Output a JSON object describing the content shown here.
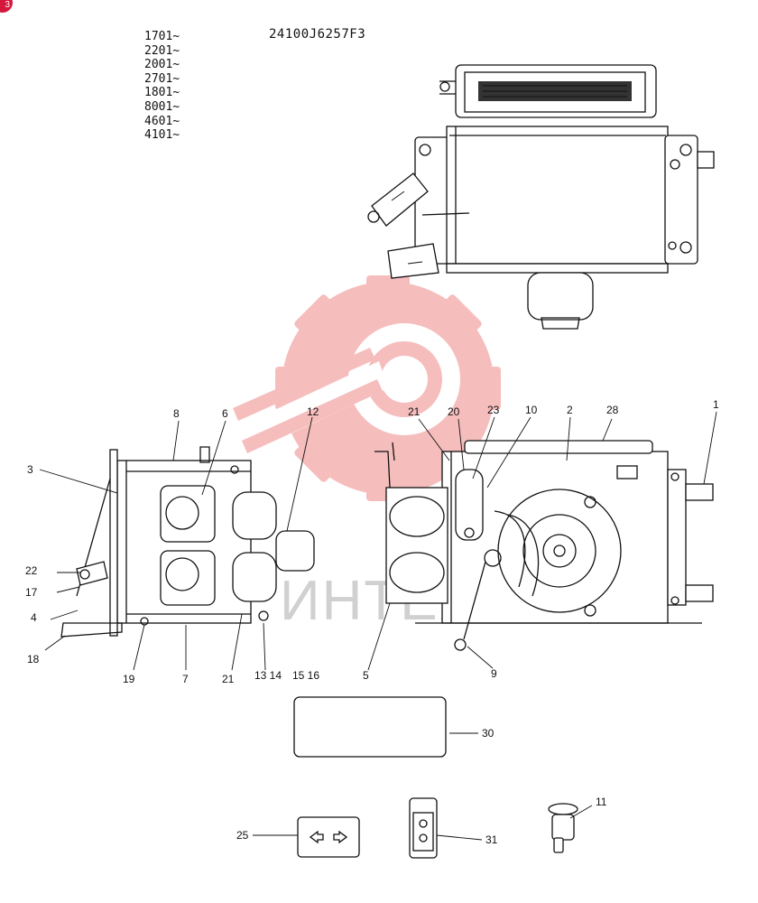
{
  "page_badge": "3",
  "serial_ranges": [
    "1701~",
    "2201~",
    "2001~",
    "2701~",
    "1801~",
    "8001~",
    "4601~",
    "4101~"
  ],
  "part_number": "24100J6257F3",
  "watermark": {
    "text": "ИНТЕХ",
    "color": "#f4a7a7"
  },
  "callouts": {
    "c1": "1",
    "c2": "2",
    "c3": "3",
    "c4": "4",
    "c5": "5",
    "c6": "6",
    "c7": "7",
    "c8": "8",
    "c9": "9",
    "c10": "10",
    "c11": "11",
    "c12": "12",
    "c13_14": "13 14",
    "c15_16": "15 16",
    "c17": "17",
    "c18": "18",
    "c19": "19",
    "c20": "20",
    "c21a": "21",
    "c21b": "21",
    "c22": "22",
    "c23": "23",
    "c25": "25",
    "c28": "28",
    "c30": "30",
    "c31": "31"
  }
}
